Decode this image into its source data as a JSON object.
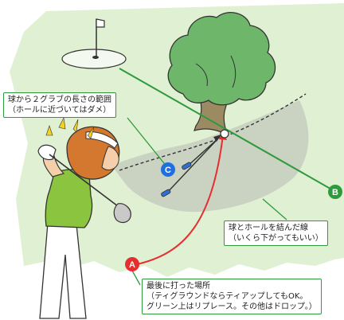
{
  "labels": {
    "range_line1": "球から２グラブの長さの範囲",
    "range_line2": "（ホールに近づいてはダメ）",
    "line_line1": "球とホールを結んだ線",
    "line_line2": "（いくら下がってもいい）",
    "last_line1": "最後に打った場所",
    "last_line2": "（ティグラウンドならティアップしてもOK。",
    "last_line3": "グリーン上はリプレース。その他はドロップ。）"
  },
  "markers": {
    "a": "A",
    "b": "B",
    "c": "C"
  },
  "colors": {
    "grass": "#dff0d3",
    "green_light": "#f3f9ee",
    "bunker_shadow": "#bfc3b9",
    "line_green": "#2e9a3c",
    "red": "#e52e2e",
    "blue": "#1e6fe0",
    "tree": "#6db66a",
    "trunk": "#9c8a63",
    "shirt": "#8bc43f",
    "hair": "#d4772f"
  }
}
